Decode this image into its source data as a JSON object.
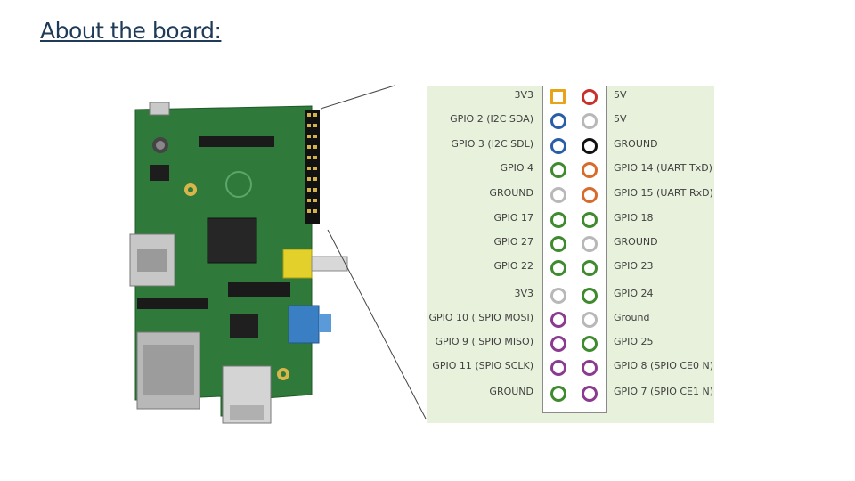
{
  "slide": {
    "title": "About the board:"
  },
  "pin_colors": {
    "power3v3": "#e8a317",
    "power5v": "#c8302c",
    "ground": "#b8b8b8",
    "ground_black": "#111111",
    "i2c": "#2a5da8",
    "gpio": "#3f8a2e",
    "uart": "#d86a2a",
    "spi": "#8a3a8f"
  },
  "pins": [
    {
      "left": "3V3",
      "left_type": "power3v3",
      "right": "5V",
      "right_type": "power5v"
    },
    {
      "left": "GPIO 2 (I2C SDA)",
      "left_type": "i2c",
      "right": "5V",
      "right_type": "ground"
    },
    {
      "left": "GPIO 3 (I2C SDL)",
      "left_type": "i2c",
      "right": "GROUND",
      "right_type": "ground_black"
    },
    {
      "left": "GPIO 4",
      "left_type": "gpio",
      "right": "GPIO 14 (UART TxD)",
      "right_type": "uart"
    },
    {
      "left": "GROUND",
      "left_type": "ground",
      "right": "GPIO 15 (UART RxD)",
      "right_type": "uart"
    },
    {
      "left": "GPIO 17",
      "left_type": "gpio",
      "right": "GPIO 18",
      "right_type": "gpio"
    },
    {
      "left": "GPIO 27",
      "left_type": "gpio",
      "right": "GROUND",
      "right_type": "ground"
    },
    {
      "left": "GPIO 22",
      "left_type": "gpio",
      "right": "GPIO 23",
      "right_type": "gpio"
    },
    {
      "left": "3V3",
      "left_type": "ground",
      "right": "GPIO 24",
      "right_type": "gpio"
    },
    {
      "left": "GPIO 10 ( SPIO MOSI)",
      "left_type": "spi",
      "right": "Ground",
      "right_type": "ground"
    },
    {
      "left": "GPIO 9 ( SPIO MISO)",
      "left_type": "spi",
      "right": "GPIO 25",
      "right_type": "gpio"
    },
    {
      "left": "GPIO 11 (SPIO SCLK)",
      "left_type": "spi",
      "right": "GPIO 8 (SPIO CE0 N)",
      "right_type": "spi"
    },
    {
      "left": "GROUND",
      "left_type": "gpio",
      "right": "GPIO 7 (SPIO CE1 N)",
      "right_type": "spi"
    }
  ]
}
